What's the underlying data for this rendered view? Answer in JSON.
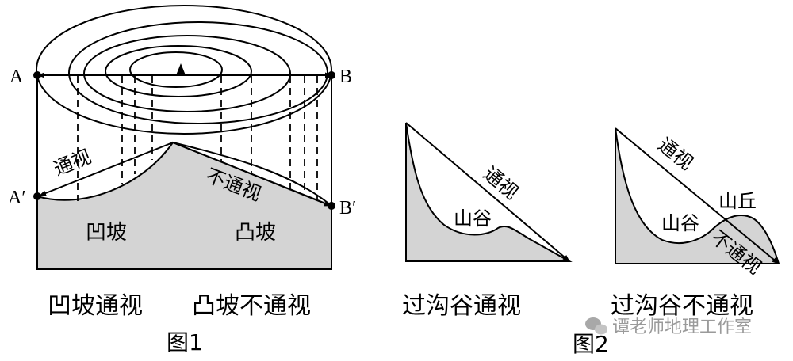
{
  "figure1": {
    "point_a": "A",
    "point_b": "B",
    "point_a_prime": "A′",
    "point_b_prime": "B′",
    "visible_label": "通视",
    "not_visible_label": "不通视",
    "concave_slope_label": "凹坡",
    "convex_slope_label": "凸坡",
    "caption_left": "凹坡通视",
    "caption_right": "凸坡不通视",
    "figure_title": "图1"
  },
  "figure2": {
    "left_visible_label": "通视",
    "left_valley_label": "山谷",
    "right_visible_label": "通视",
    "right_valley_label": "山谷",
    "right_hill_label": "山丘",
    "right_not_visible_label": "不通视",
    "caption_left": "过沟谷通视",
    "caption_right": "过沟谷不通视",
    "figure_title": "图2"
  },
  "watermark": "谭老师地理工作室",
  "colors": {
    "terrain_fill": "#d4d4d4",
    "line": "#000000",
    "watermark": "#9a9a9a"
  }
}
